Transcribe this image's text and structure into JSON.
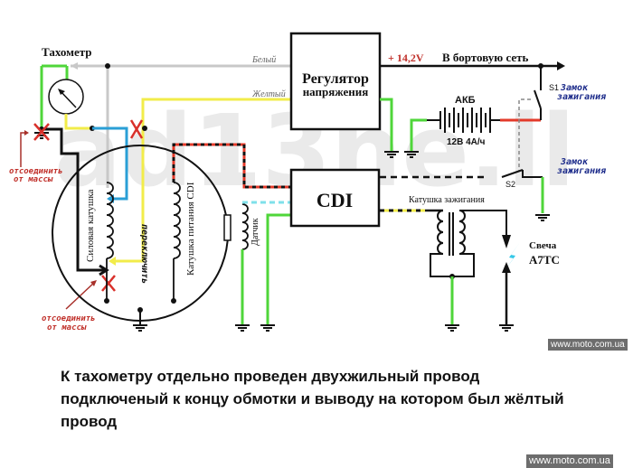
{
  "watermark": "ad13he.ll",
  "labels": {
    "tachometer": "Тахометр",
    "wire_white": "Белый",
    "wire_yellow": "Желтый",
    "regulator_line1": "Регулятор",
    "regulator_line2": "напряжения",
    "voltage": "+ 14,2V",
    "onboard_network": "В бортовую сеть",
    "battery": "АКБ",
    "battery_spec": "12В 4А/ч",
    "switch_s1": "S1",
    "switch_s2": "S2",
    "ignition_lock_1a": "Замок",
    "ignition_lock_1b": "зажигания",
    "ignition_lock_2a": "Замок",
    "ignition_lock_2b": "зажигания",
    "disconnect_1a": "отсоединить",
    "disconnect_1b": "от массы",
    "disconnect_2a": "отсоединить",
    "disconnect_2b": "от массы",
    "power_coil": "Силовая катушка",
    "switch_over": "переключить",
    "cdi_supply_coil": "Катушка питания CDI",
    "sensor": "Датчик",
    "cdi": "CDI",
    "ignition_coil": "Катушка зажигания",
    "spark_plug": "Свеча",
    "spark_plug_model": "A7TC"
  },
  "colors": {
    "wire_white": "#c8c8c8",
    "wire_yellow": "#f2ec4a",
    "wire_green": "#4fd63a",
    "wire_blue": "#2a9fd6",
    "wire_red": "#e33a2a",
    "wire_black": "#111111",
    "cross_mark": "#d9302a",
    "spark": "#35c8e8"
  },
  "caption": "К тахометру отдельно проведен двухжильный провод подключеный к концу обмотки и выводу на котором был жёлтый провод",
  "site_badge_top": "www.moto.com.ua",
  "site_badge_bottom": "www.moto.com.ua"
}
